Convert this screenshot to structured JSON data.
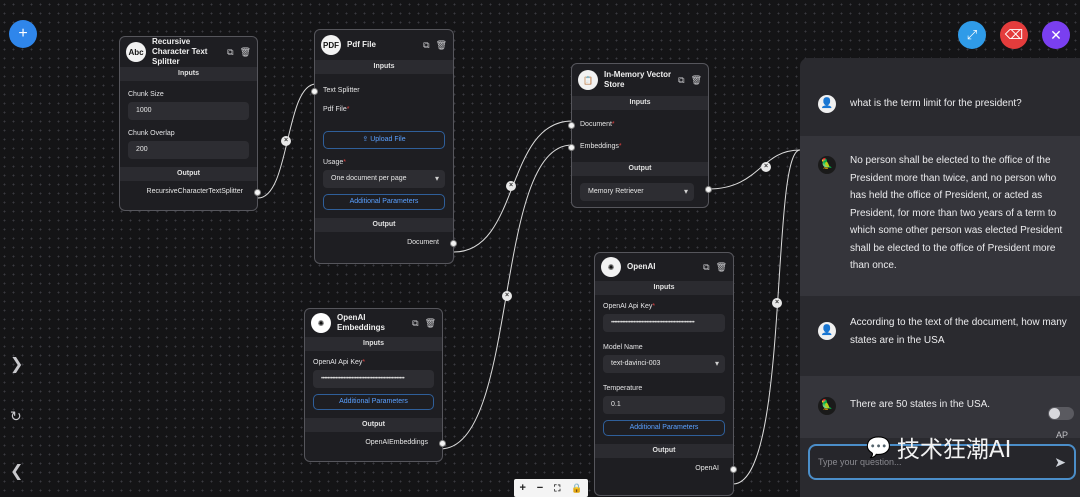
{
  "toolbar": {
    "add_icon": "plus-icon",
    "expand_icon": "expand-icon",
    "clear_icon": "eraser-icon",
    "close_icon": "close-icon",
    "add_color": "#2f86eb",
    "expand_color": "#2f9be8",
    "clear_color": "#e43c3c",
    "close_color": "#7a3ff0"
  },
  "nodes": {
    "splitter": {
      "icon": "Abc",
      "title": "Recursive Character Text Splitter",
      "inputs_label": "Inputs",
      "chunk_size_label": "Chunk Size",
      "chunk_size_value": "1000",
      "chunk_overlap_label": "Chunk Overlap",
      "chunk_overlap_value": "200",
      "output_label": "Output",
      "output_name": "RecursiveCharacterTextSplitter"
    },
    "pdf": {
      "icon": "PDF",
      "title": "Pdf File",
      "inputs_label": "Inputs",
      "text_splitter_label": "Text Splitter",
      "pdf_file_label": "Pdf File",
      "upload_label": "Upload File",
      "usage_label": "Usage",
      "usage_value": "One document per page",
      "additional_label": "Additional Parameters",
      "output_label": "Output",
      "output_name": "Document"
    },
    "vector": {
      "title": "In-Memory Vector Store",
      "inputs_label": "Inputs",
      "document_label": "Document",
      "embeddings_label": "Embeddings",
      "output_label": "Output",
      "output_value": "Memory Retriever"
    },
    "embeddings": {
      "title": "OpenAI Embeddings",
      "inputs_label": "Inputs",
      "api_key_label": "OpenAI Api Key",
      "api_key_value": "••••••••••••••••••••••••••••••••••••••••••••••••••••",
      "additional_label": "Additional Parameters",
      "output_label": "Output",
      "output_name": "OpenAIEmbeddings"
    },
    "openai": {
      "title": "OpenAI",
      "inputs_label": "Inputs",
      "api_key_label": "OpenAI Api Key",
      "api_key_value": "••••••••••••••••••••••••••••••••••••••••••••••••••••",
      "model_label": "Model Name",
      "model_value": "text-davinci-003",
      "temperature_label": "Temperature",
      "temperature_value": "0.1",
      "additional_label": "Additional Parameters",
      "output_label": "Output",
      "output_name": "OpenAI"
    }
  },
  "chat": {
    "messages": [
      {
        "role": "user",
        "text": "what is the term limit for the president?"
      },
      {
        "role": "bot",
        "text": "No person shall be elected to the office of the President more than twice, and no person who has held the office of President, or acted as President, for more than two years of a term to which some other person was elected President shall be elected to the office of President more than once."
      },
      {
        "role": "user",
        "text": "According to the text of the document, how many states are in the USA"
      },
      {
        "role": "bot",
        "text": "There are 50 states in the USA."
      }
    ],
    "input_placeholder": "Type your question..."
  },
  "watermark": "技术狂潮AI",
  "ap_label": "AP"
}
